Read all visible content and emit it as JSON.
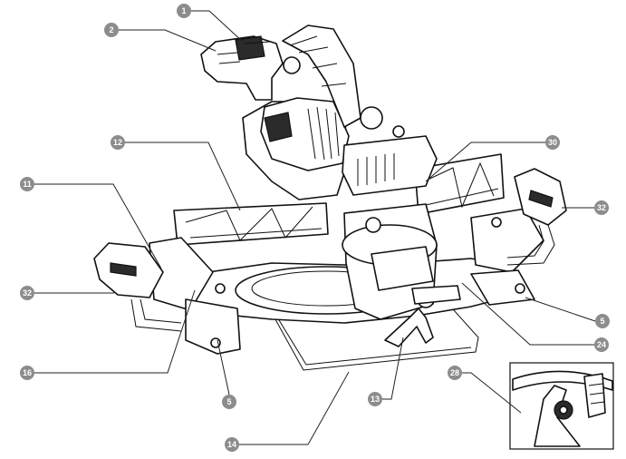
{
  "colors": {
    "callout_fill": "#8c8c8c",
    "callout_text": "#ffffff",
    "line": "#111111"
  },
  "callouts": [
    {
      "id": "c1",
      "label": "1"
    },
    {
      "id": "c2",
      "label": "2"
    },
    {
      "id": "c12",
      "label": "12"
    },
    {
      "id": "c30",
      "label": "30"
    },
    {
      "id": "c11",
      "label": "11"
    },
    {
      "id": "c32r",
      "label": "32"
    },
    {
      "id": "c32l",
      "label": "32"
    },
    {
      "id": "c5r",
      "label": "5"
    },
    {
      "id": "c24",
      "label": "24"
    },
    {
      "id": "c16",
      "label": "16"
    },
    {
      "id": "c28",
      "label": "28"
    },
    {
      "id": "c13",
      "label": "13"
    },
    {
      "id": "c5l",
      "label": "5"
    },
    {
      "id": "c14",
      "label": "14"
    }
  ]
}
